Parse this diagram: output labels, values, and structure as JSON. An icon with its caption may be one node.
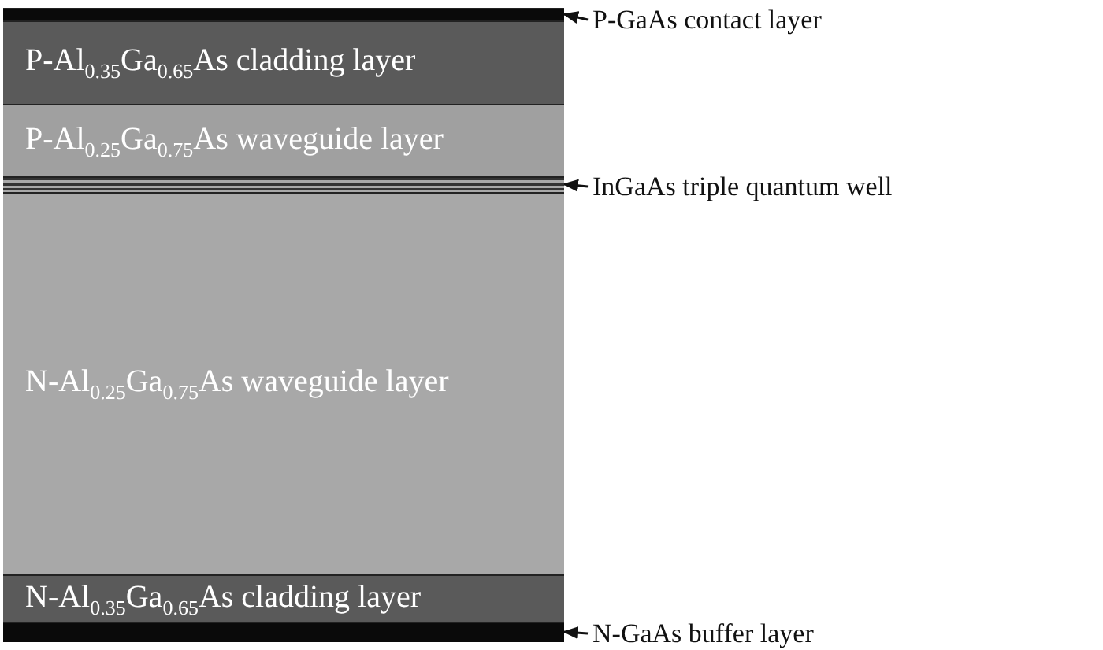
{
  "diagram": {
    "nodes": [
      {
        "text": [
          "P-GaAs contact layer"
        ]
      },
      {
        "text": [],
        "shape": "bar"
      },
      {
        "text": [
          "P-Al$_{0.35}$Ga$_{0.65}$As cladding layer"
        ]
      },
      {
        "text": [
          "P-Al$_{0.25}$Ga$_{0.75}$As waveguide layer"
        ]
      },
      {
        "text": [
          "InGaAs triple quantum well"
        ]
      },
      {
        "text": [],
        "shape": "bar"
      },
      {
        "text": [
          "N-Al$_{0.25}$Ga$_{0.75}$As waveguide layer"
        ]
      },
      {
        "text": [
          "N-Al$_{0.35}$Ga$_{0.65}$As cladding layer"
        ]
      },
      {
        "text": [
          "N-GaAs buffer layer"
        ]
      },
      {
        "text": [],
        "shape": "bar"
      }
    ],
    "edges": [
      {
        "from": 0,
        "to": 1,
        "arrow": "to"
      },
      {
        "from": 4,
        "to": 5,
        "arrow": "to"
      },
      {
        "from": 8,
        "to": 9,
        "arrow": "to"
      }
    ]
  }
}
